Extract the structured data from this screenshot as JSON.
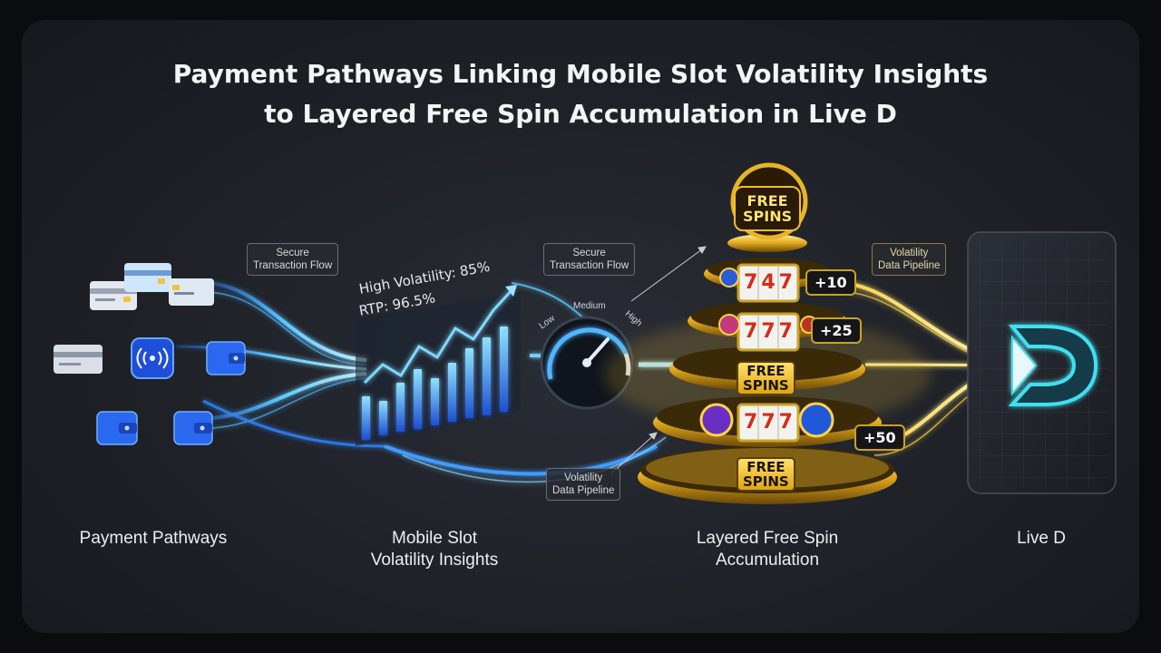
{
  "title": {
    "line1": "Payment Pathways Linking Mobile Slot Volatility Insights",
    "line2": "to Layered Free Spin Accumulation in Live D"
  },
  "tags": {
    "secure_1": [
      "Secure",
      "Transaction Flow"
    ],
    "secure_2": [
      "Secure",
      "Transaction Flow"
    ],
    "pipeline_top": [
      "Volatility",
      "Data Pipeline"
    ],
    "pipeline_bottom": [
      "Volatility",
      "Data Pipeline"
    ]
  },
  "chart": {
    "volatility_text": "High Volatility: 85%",
    "rtp_text": "RTP: 96.5%"
  },
  "gauge": {
    "low": "Low",
    "medium": "Medium",
    "high": "High"
  },
  "stack": {
    "top_label": [
      "FREE",
      "SPINS"
    ],
    "mid_label": [
      "FREE",
      "SPINS"
    ],
    "base_label": [
      "FREE",
      "SPINS"
    ],
    "badges": [
      "+10",
      "+25",
      "+50"
    ],
    "reels": [
      "747",
      "777",
      "777"
    ]
  },
  "sections": {
    "payment": "Payment Pathways",
    "mobile": [
      "Mobile Slot",
      "Volatility Insights"
    ],
    "layered": [
      "Layered Free Spin",
      "Accumulation"
    ],
    "live": "Live D"
  },
  "colors": {
    "blue_glow": "#39a9ff",
    "gold_glow": "#f5c534",
    "background": "#1f2127",
    "accent_cyan": "#3fe0f0"
  },
  "icons": [
    "credit-card-icon",
    "nfc-icon",
    "wallet-icon",
    "speedometer-icon",
    "bar-chart-icon",
    "slot-reel-icon",
    "live-d-logo"
  ]
}
